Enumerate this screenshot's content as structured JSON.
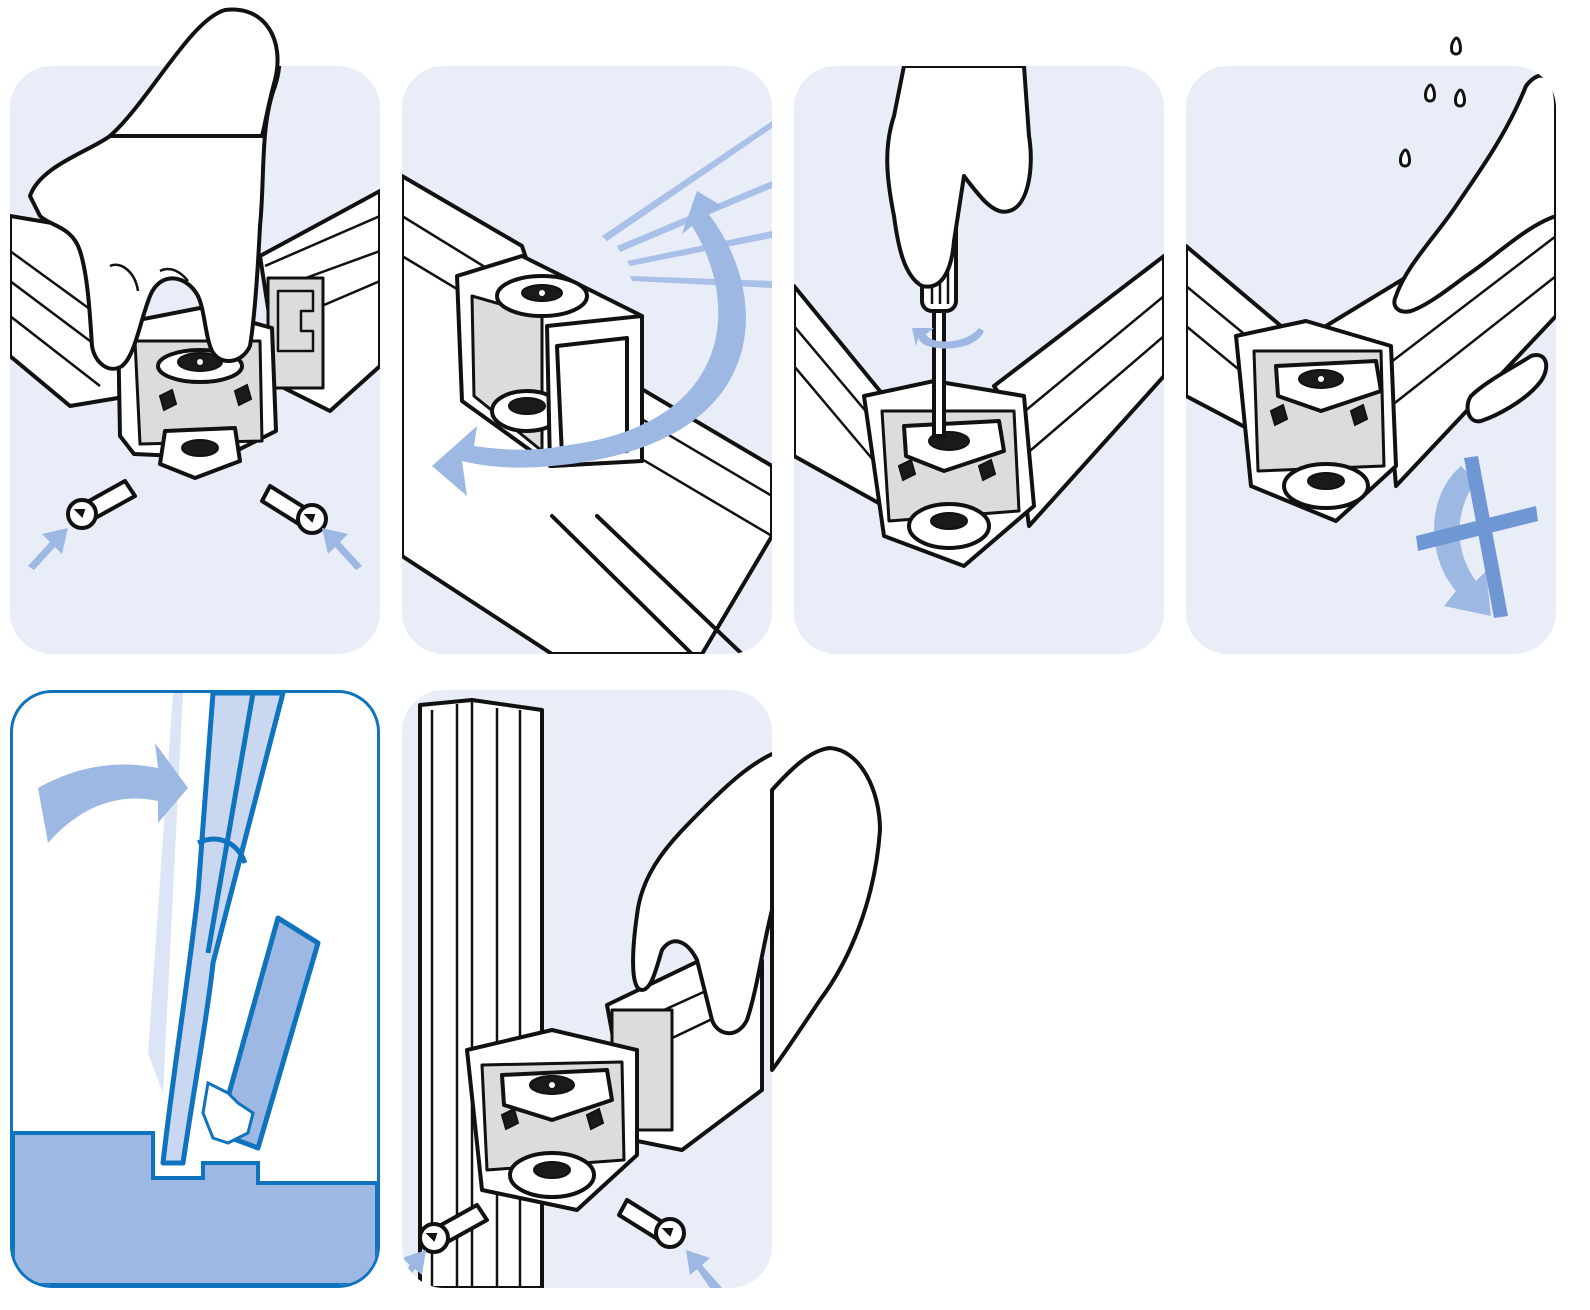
{
  "colors": {
    "panel_bg": "#e8edf8",
    "accent_blue": "#9db8e3",
    "accent_blue_dark": "#7ea2da",
    "frame_blue": "#1073bd",
    "line": "#111111"
  },
  "steps": [
    {
      "id": "insert-connector",
      "icons": [
        "hand-icon",
        "corner-connector-icon",
        "screw-icon",
        "screw-icon",
        "insert-arrow-icon",
        "insert-arrow-icon"
      ]
    },
    {
      "id": "rotate-profile",
      "icons": [
        "profile-icon",
        "corner-connector-icon",
        "rotation-arrow-icon"
      ]
    },
    {
      "id": "tighten-screw",
      "icons": [
        "hand-icon",
        "screwdriver-icon",
        "rotation-arrow-icon",
        "corner-connector-icon"
      ]
    },
    {
      "id": "check-connection",
      "icons": [
        "hand-icon",
        "sweat-drops-icon",
        "corner-connector-icon",
        "no-rotation-icon"
      ]
    },
    {
      "id": "anchor-cuts-groove",
      "icons": [
        "push-arrow-icon",
        "blade-icon",
        "groove-icon",
        "chips-icon"
      ]
    },
    {
      "id": "attach-to-upright",
      "icons": [
        "upright-profile-icon",
        "hand-icon",
        "corner-connector-icon",
        "screw-icon",
        "screw-icon",
        "insert-arrow-icon",
        "insert-arrow-icon"
      ]
    }
  ]
}
